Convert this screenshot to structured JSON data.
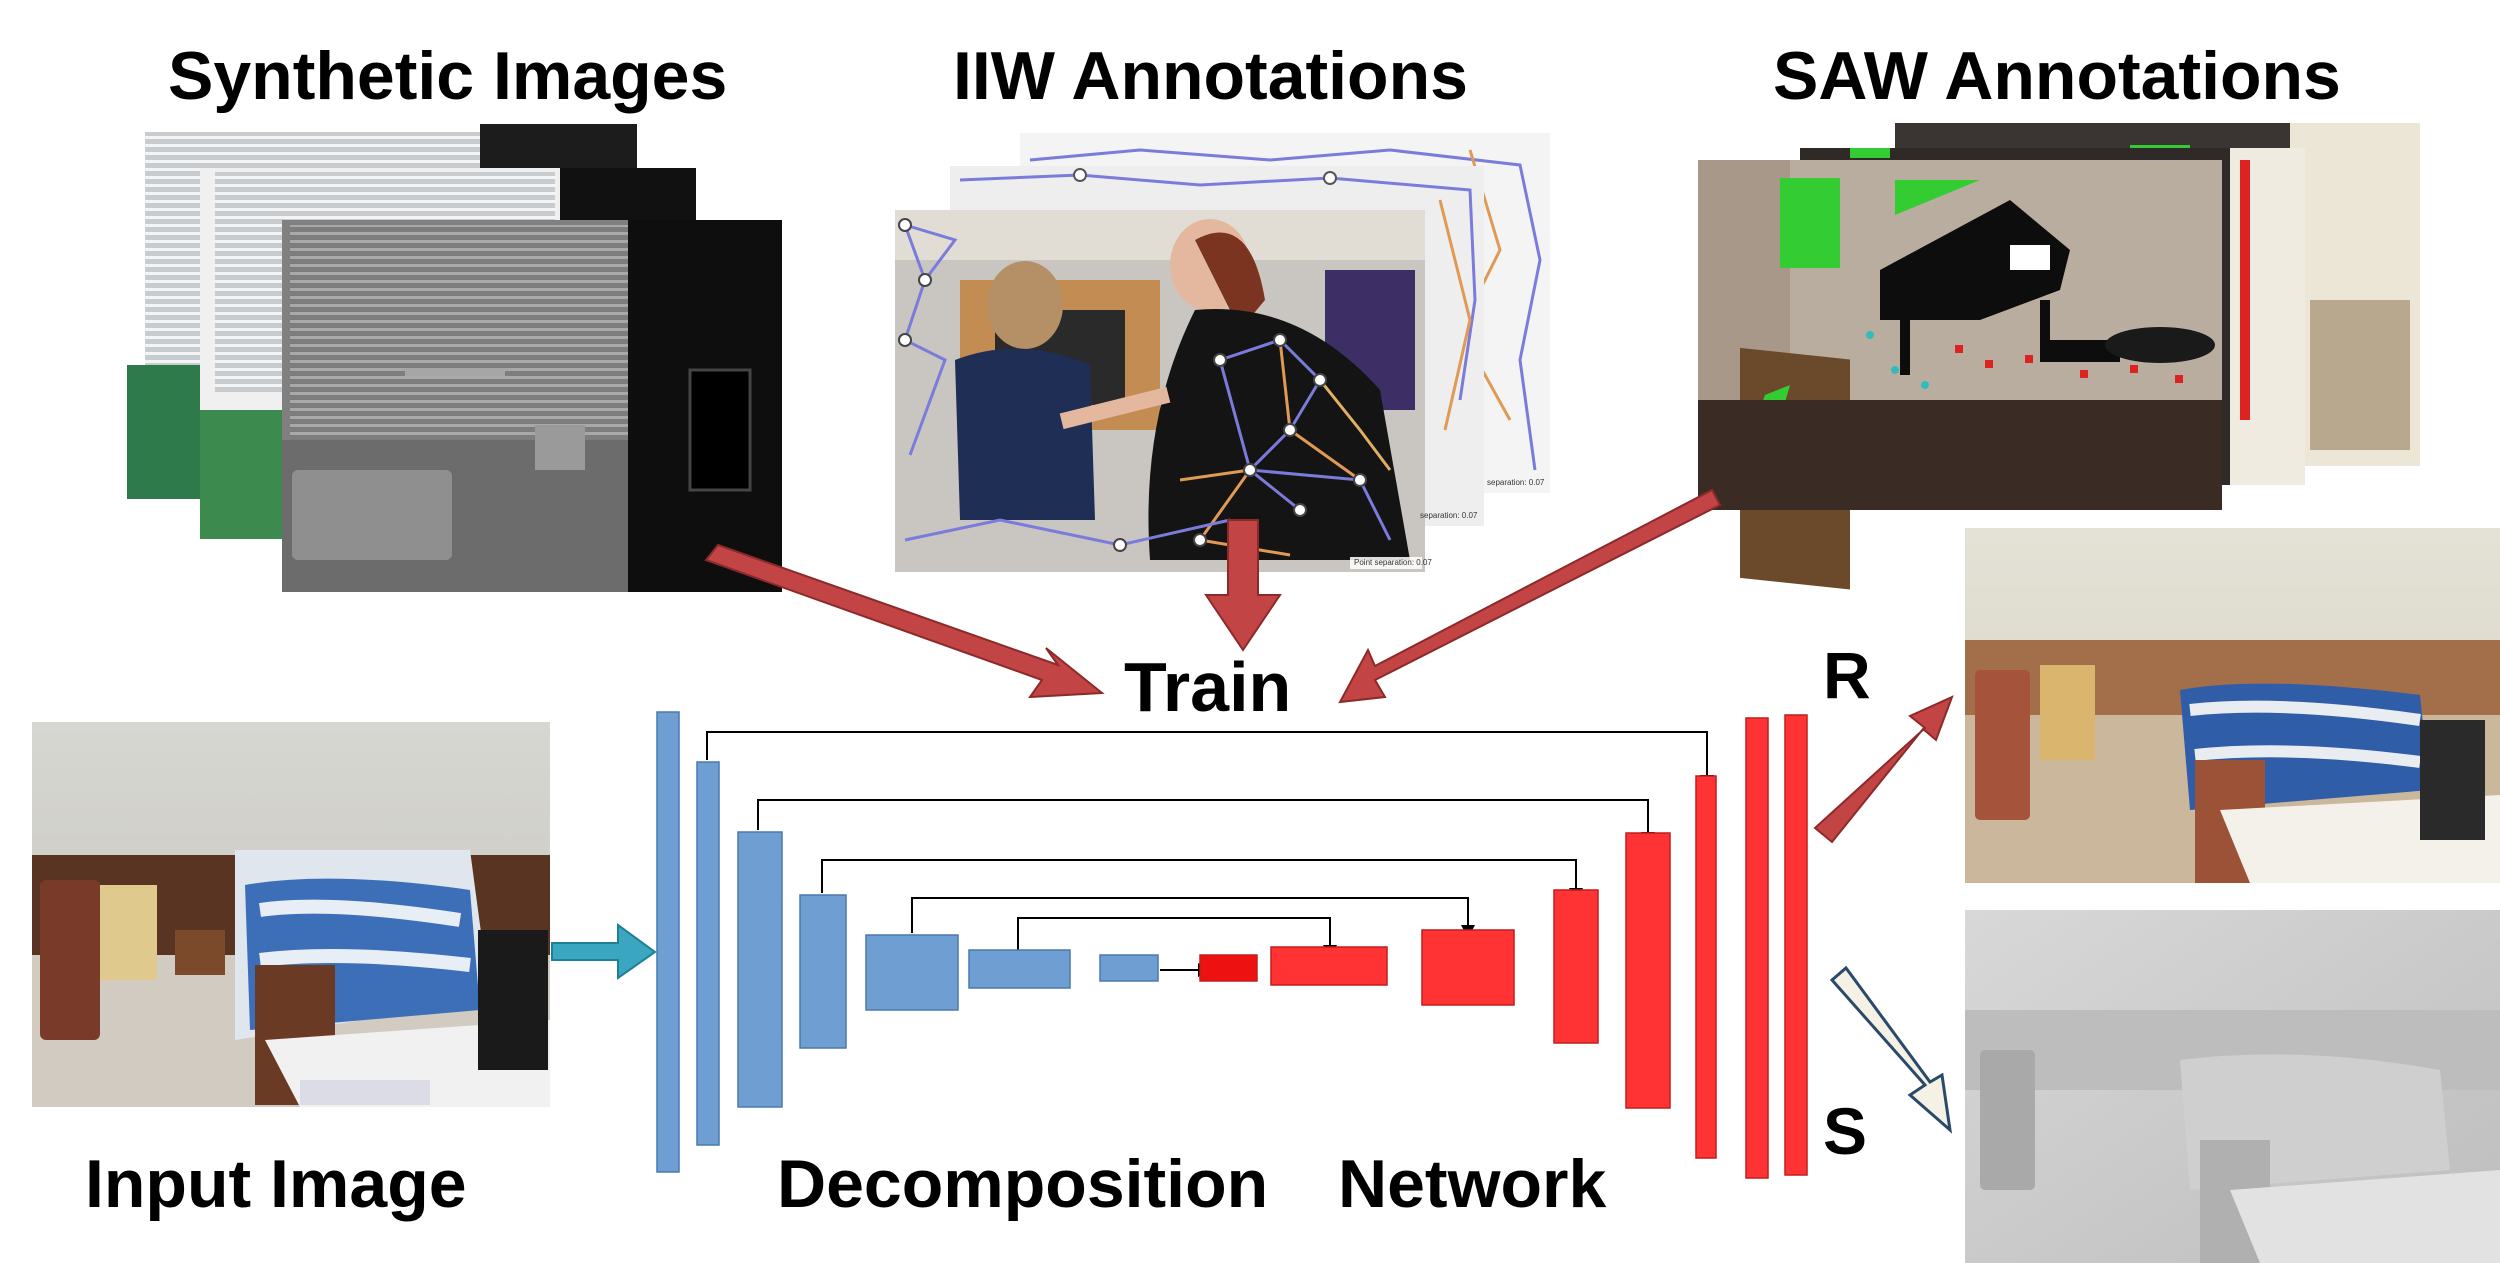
{
  "labels": {
    "synthetic": "Synthetic Images",
    "iiw": "IIW Annotations",
    "saw": "SAW Annotations",
    "train": "Train",
    "input": "Input Image",
    "decomposition": "Decomposition",
    "network": "Network",
    "reflectance": "R",
    "shading": "S"
  },
  "iiw_overlays": {
    "front": "Point separation: 0.07",
    "middle": "separation: 0.07",
    "back": "separation: 0.07"
  },
  "colors": {
    "encoder": "#6f9fd2",
    "decoder": "#ff3333",
    "arrow_train": "#c24444",
    "arrow_input": "#3aa6bf",
    "arrow_shading": "#f5f1e4",
    "skip_line": "#000000"
  }
}
